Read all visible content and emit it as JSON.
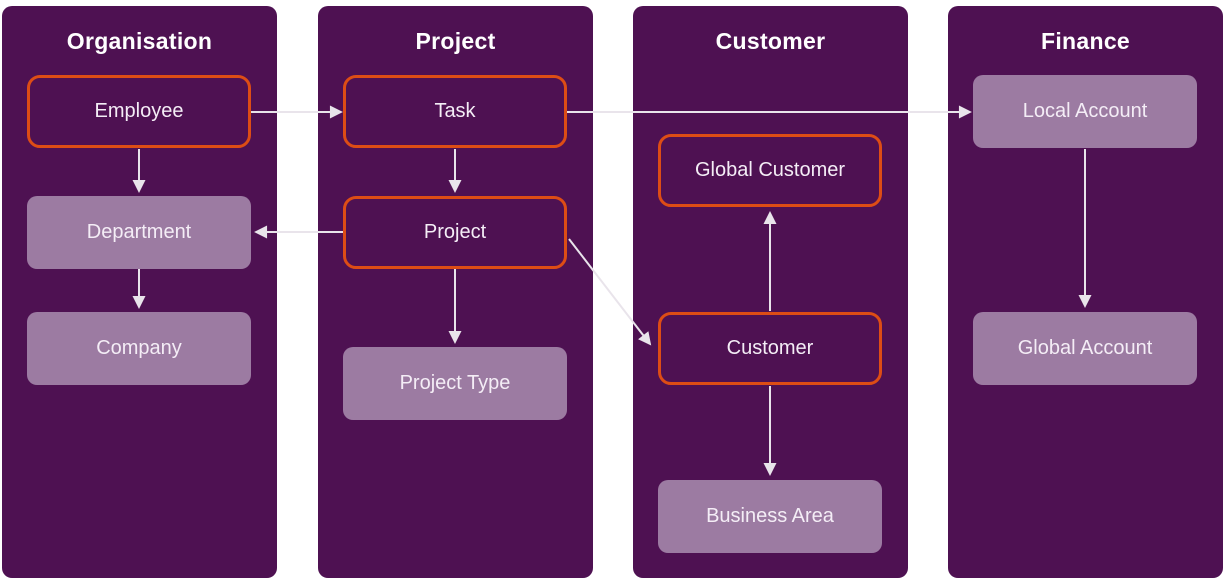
{
  "diagram": {
    "columns": [
      {
        "title": "Organisation",
        "nodes": [
          {
            "label": "Employee",
            "style": "outlined"
          },
          {
            "label": "Department",
            "style": "filled"
          },
          {
            "label": "Company",
            "style": "filled"
          }
        ]
      },
      {
        "title": "Project",
        "nodes": [
          {
            "label": "Task",
            "style": "outlined"
          },
          {
            "label": "Project",
            "style": "outlined"
          },
          {
            "label": "Project Type",
            "style": "filled"
          }
        ]
      },
      {
        "title": "Customer",
        "nodes": [
          {
            "label": "Global Customer",
            "style": "outlined"
          },
          {
            "label": "Customer",
            "style": "outlined"
          },
          {
            "label": "Business Area",
            "style": "filled"
          }
        ]
      },
      {
        "title": "Finance",
        "nodes": [
          {
            "label": "Local Account",
            "style": "filled"
          },
          {
            "label": "Global Account",
            "style": "filled"
          }
        ]
      }
    ],
    "edges": [
      {
        "from": "Employee",
        "to": "Task"
      },
      {
        "from": "Employee",
        "to": "Department"
      },
      {
        "from": "Department",
        "to": "Company"
      },
      {
        "from": "Task",
        "to": "Project"
      },
      {
        "from": "Task",
        "to": "Local Account"
      },
      {
        "from": "Project",
        "to": "Department"
      },
      {
        "from": "Project",
        "to": "Project Type"
      },
      {
        "from": "Project",
        "to": "Customer"
      },
      {
        "from": "Customer",
        "to": "Global Customer"
      },
      {
        "from": "Customer",
        "to": "Business Area"
      },
      {
        "from": "Local Account",
        "to": "Global Account"
      }
    ],
    "colors": {
      "column_bg": "#4e1152",
      "node_fill": "#9c7ba2",
      "outline_accent": "#dd4d15",
      "arrow": "#e9e4eb",
      "title_text": "#ffffff",
      "node_text": "#f4edf6"
    }
  }
}
